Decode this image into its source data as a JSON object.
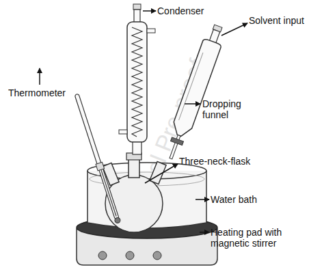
{
  "diagram": {
    "labels": [
      "Condenser",
      "Solvent input",
      "Thermometer",
      "Dropping funnel",
      "Three-neck-flask",
      "Water bath",
      "Heating pad with magnetic stirrer",
      "Journal Pre-proof"
    ]
  }
}
